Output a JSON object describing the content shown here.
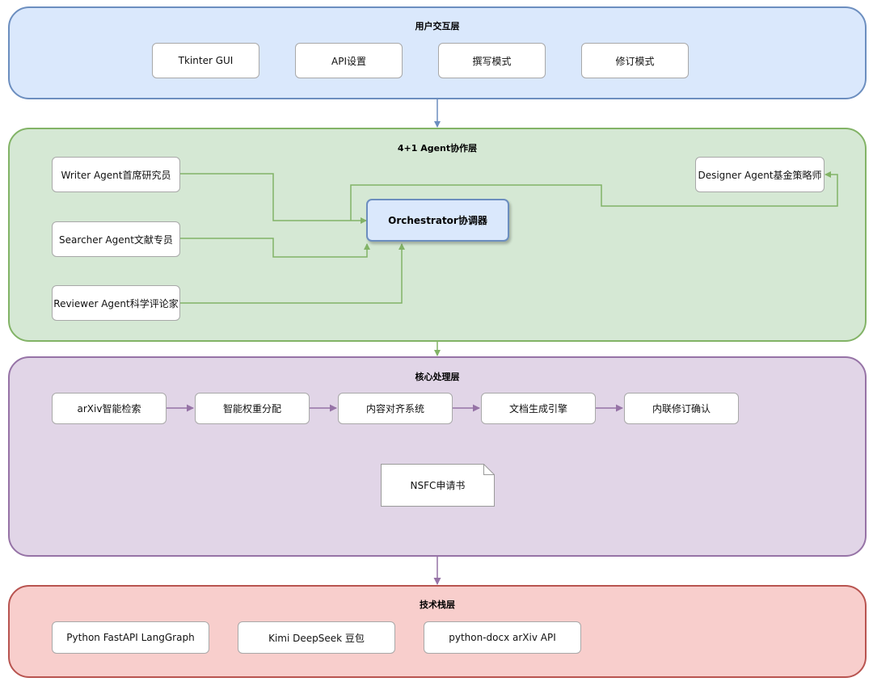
{
  "layers": {
    "ui": {
      "title": "用户交互层",
      "items": [
        "Tkinter GUI",
        "API设置",
        "撰写模式",
        "修订模式"
      ]
    },
    "agent": {
      "title": "4+1 Agent协作层",
      "writer": "Writer Agent首席研究员",
      "searcher": "Searcher Agent文献专员",
      "reviewer": "Reviewer Agent科学评论家",
      "designer": "Designer Agent基金策略师",
      "orchestrator": "Orchestrator协调器"
    },
    "core": {
      "title": "核心处理层",
      "pipeline": [
        "arXiv智能检索",
        "智能权重分配",
        "内容对齐系统",
        "文档生成引擎",
        "内联修订确认"
      ],
      "document": "NSFC申请书"
    },
    "tech": {
      "title": "技术栈层",
      "items": [
        "Python FastAPI LangGraph",
        "Kimi DeepSeek 豆包",
        "python-docx arXiv API"
      ]
    }
  },
  "colors": {
    "ui_fill": "#dae8fc",
    "ui_stroke": "#6c8ebf",
    "agent_fill": "#d5e8d4",
    "agent_stroke": "#82b366",
    "core_fill": "#e1d5e7",
    "core_stroke": "#9673a6",
    "tech_fill": "#f8cecc",
    "tech_stroke": "#b85450"
  }
}
